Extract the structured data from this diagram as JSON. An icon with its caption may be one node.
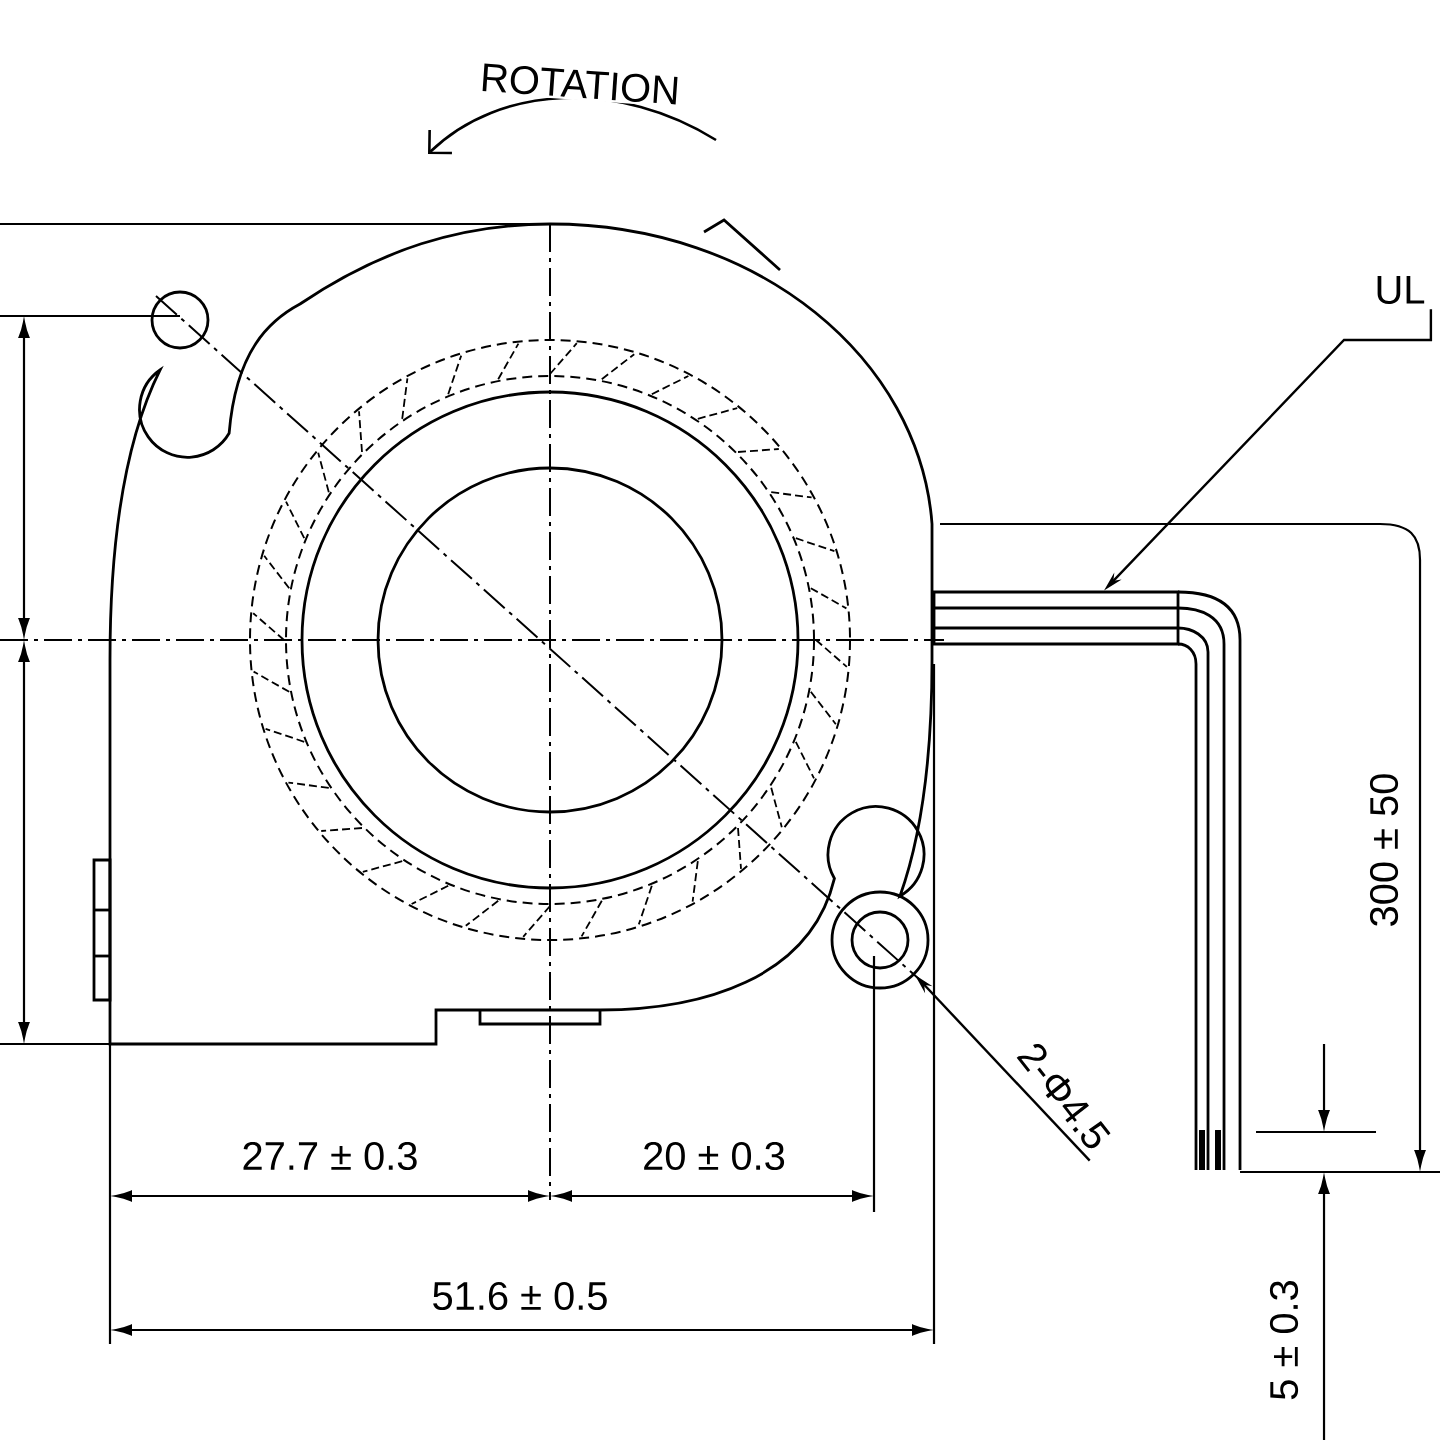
{
  "diagram": {
    "nodes": [
      {
        "text": [
          "UL"
        ]
      },
      {
        "text": [],
        "shape": "bar"
      },
      {
        "text": [
          "2-Φ4.5"
        ]
      },
      {
        "text": [],
        "shape": "circle"
      }
    ],
    "edges": [
      {
        "from": 0,
        "to": 1,
        "arrow": "to"
      },
      {
        "from": 2,
        "to": 3,
        "arrow": "to"
      }
    ],
    "labels": [
      "ROTATION",
      "27.7 ± 0.3",
      "20 ± 0.3",
      "51.6 ± 0.5",
      "300 ± 50",
      "5 ± 0.3"
    ]
  }
}
